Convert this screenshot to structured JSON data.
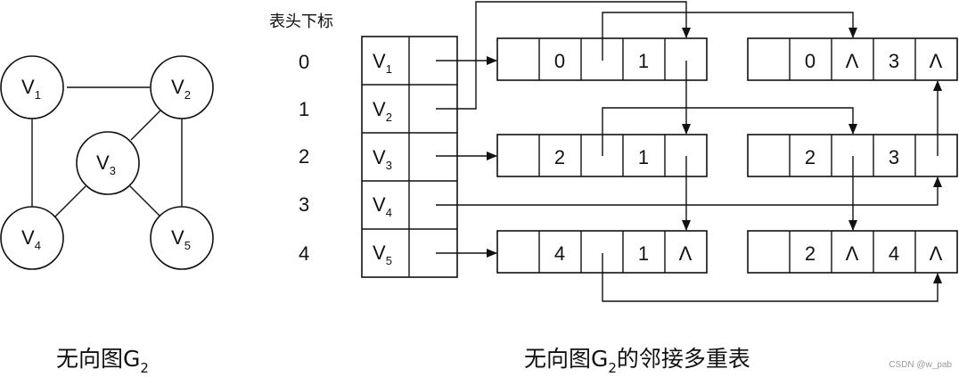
{
  "header_label": "表头下标",
  "indices": [
    "0",
    "1",
    "2",
    "3",
    "4"
  ],
  "vertices": [
    {
      "base": "V",
      "sub": "1"
    },
    {
      "base": "V",
      "sub": "2"
    },
    {
      "base": "V",
      "sub": "3"
    },
    {
      "base": "V",
      "sub": "4"
    },
    {
      "base": "V",
      "sub": "5"
    }
  ],
  "edge_nodes": [
    {
      "ivex": "0",
      "jvex": "1",
      "jlink": ""
    },
    {
      "ivex": "0",
      "jvex": "3",
      "ilink": "Λ",
      "jlink": "Λ"
    },
    {
      "ivex": "2",
      "jvex": "1",
      "jlink": ""
    },
    {
      "ivex": "2",
      "jvex": "3",
      "jlink": ""
    },
    {
      "ivex": "4",
      "jvex": "1",
      "jlink": "Λ"
    },
    {
      "ivex": "2",
      "jvex": "4",
      "ilink": "Λ",
      "jlink": "Λ"
    }
  ],
  "captions": {
    "left": {
      "text": "无向图G",
      "sub": "2"
    },
    "right": {
      "text_before": "无向图G",
      "sub": "2",
      "text_after": "的邻接多重表"
    }
  },
  "watermark": "CSDN @w_pab"
}
